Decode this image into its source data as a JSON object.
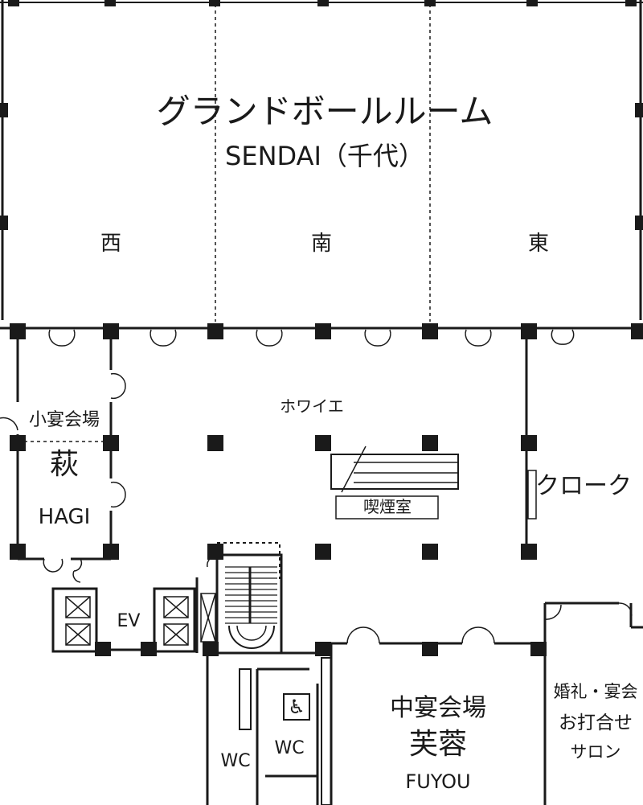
{
  "grand_ballroom": {
    "name": "グランドボールルーム",
    "sub_name": "SENDAI（千代）",
    "sections": {
      "west": "西",
      "south": "南",
      "east": "東"
    }
  },
  "foyer": {
    "label": "ホワイエ"
  },
  "smoking_room": {
    "label": "喫煙室"
  },
  "cloak": {
    "label": "クローク"
  },
  "small_banquet": {
    "title": "小宴会場",
    "kanji": "萩",
    "roman": "HAGI"
  },
  "elevator": {
    "label": "EV"
  },
  "medium_banquet": {
    "title": "中宴会場",
    "kanji": "芙蓉",
    "roman": "FUYOU"
  },
  "wedding_salon": {
    "lines": [
      "婚礼・宴会",
      "お打合せ",
      "サロン"
    ]
  },
  "restrooms": {
    "wc_left": "WC",
    "wc_right": "WC"
  },
  "accessibility": {
    "icon": "wheelchair-icon",
    "glyph": "♿"
  }
}
